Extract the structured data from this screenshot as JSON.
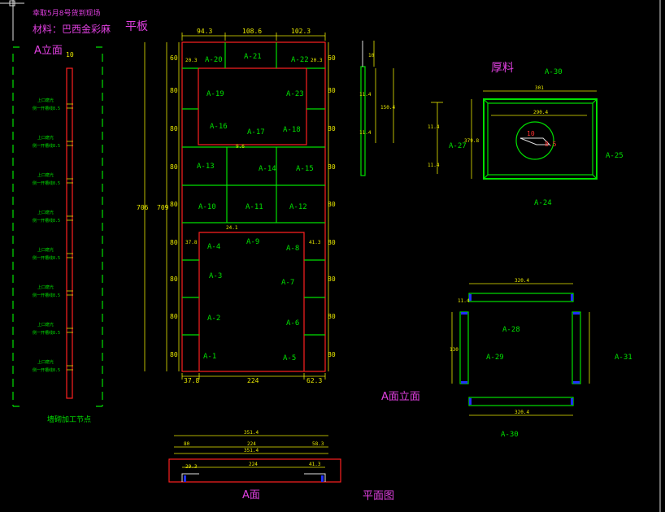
{
  "header": {
    "note": "幸取5月8号货到现场",
    "material": "材料：巴西金彩麻",
    "flat_board": "平板"
  },
  "views": {
    "a_elevation_left": "A立面",
    "thick_material": "厚料",
    "a_face_elevation": "A面立面",
    "a_face": "A面",
    "plan_view": "平面图",
    "process_node": "墙砌加工节点"
  },
  "side_strip": {
    "top_dim": "10",
    "note_line1": "上口磨光",
    "note_line2": "侧一开槽线8.5"
  },
  "main_panel": {
    "top_dims": [
      "94.3",
      "108.6",
      "102.3"
    ],
    "bottom_dims": [
      "37.8",
      "224",
      "62.3"
    ],
    "height_left": "706",
    "height_left2": "709",
    "left_dims": [
      "60",
      "80",
      "80",
      "80",
      "80",
      "80",
      "80",
      "80",
      "80"
    ],
    "right_dims": [
      "60",
      "80",
      "80",
      "80",
      "80",
      "80",
      "80",
      "80",
      "80"
    ],
    "small_dims": {
      "tl": "20.3",
      "tr": "20.3",
      "mid1": "9.6",
      "mid2": "24.1",
      "ml": "37.8",
      "mr": "41.3"
    },
    "labels": {
      "a20": "A-20",
      "a21": "A-21",
      "a22": "A-22",
      "a19": "A-19",
      "a23": "A-23",
      "a16": "A-16",
      "a17": "A-17",
      "a18": "A-18",
      "a13": "A-13",
      "a14": "A-14",
      "a15": "A-15",
      "a10": "A-10",
      "a11": "A-11",
      "a12": "A-12",
      "a9": "A-9",
      "a4": "A-4",
      "a8": "A-8",
      "a3": "A-3",
      "a7": "A-7",
      "a2": "A-2",
      "a6": "A-6",
      "a1": "A-1",
      "a5": "A-5"
    }
  },
  "section": {
    "d1": "11.4",
    "d2": "11.4",
    "d3": "10",
    "d4": "150.4"
  },
  "thick_view": {
    "top_label": "A-30",
    "dim_total": "301",
    "dim_inner": "290.4",
    "left_label": "A-27",
    "right_label": "A-25",
    "bottom_label": "A-24",
    "left_d1": "11.4",
    "left_d2": "11.4",
    "height": "379.8",
    "circle_d1": "10",
    "circle_d2": "8.5"
  },
  "frame_view": {
    "top_dim": "320.4",
    "bottom_dim": "320.4",
    "left_label": "A-29",
    "center_label": "A-28",
    "right_label": "A-31",
    "bottom_label": "A-30",
    "side_dim": "130",
    "d_small": "11.4"
  },
  "plan": {
    "dim_top": "351.4",
    "dim_l": "80",
    "dim_m": "224",
    "dim_r": "58.3",
    "dim_total2": "351.4",
    "inner_l": "29.3",
    "inner_m": "224",
    "inner_r": "41.3"
  }
}
